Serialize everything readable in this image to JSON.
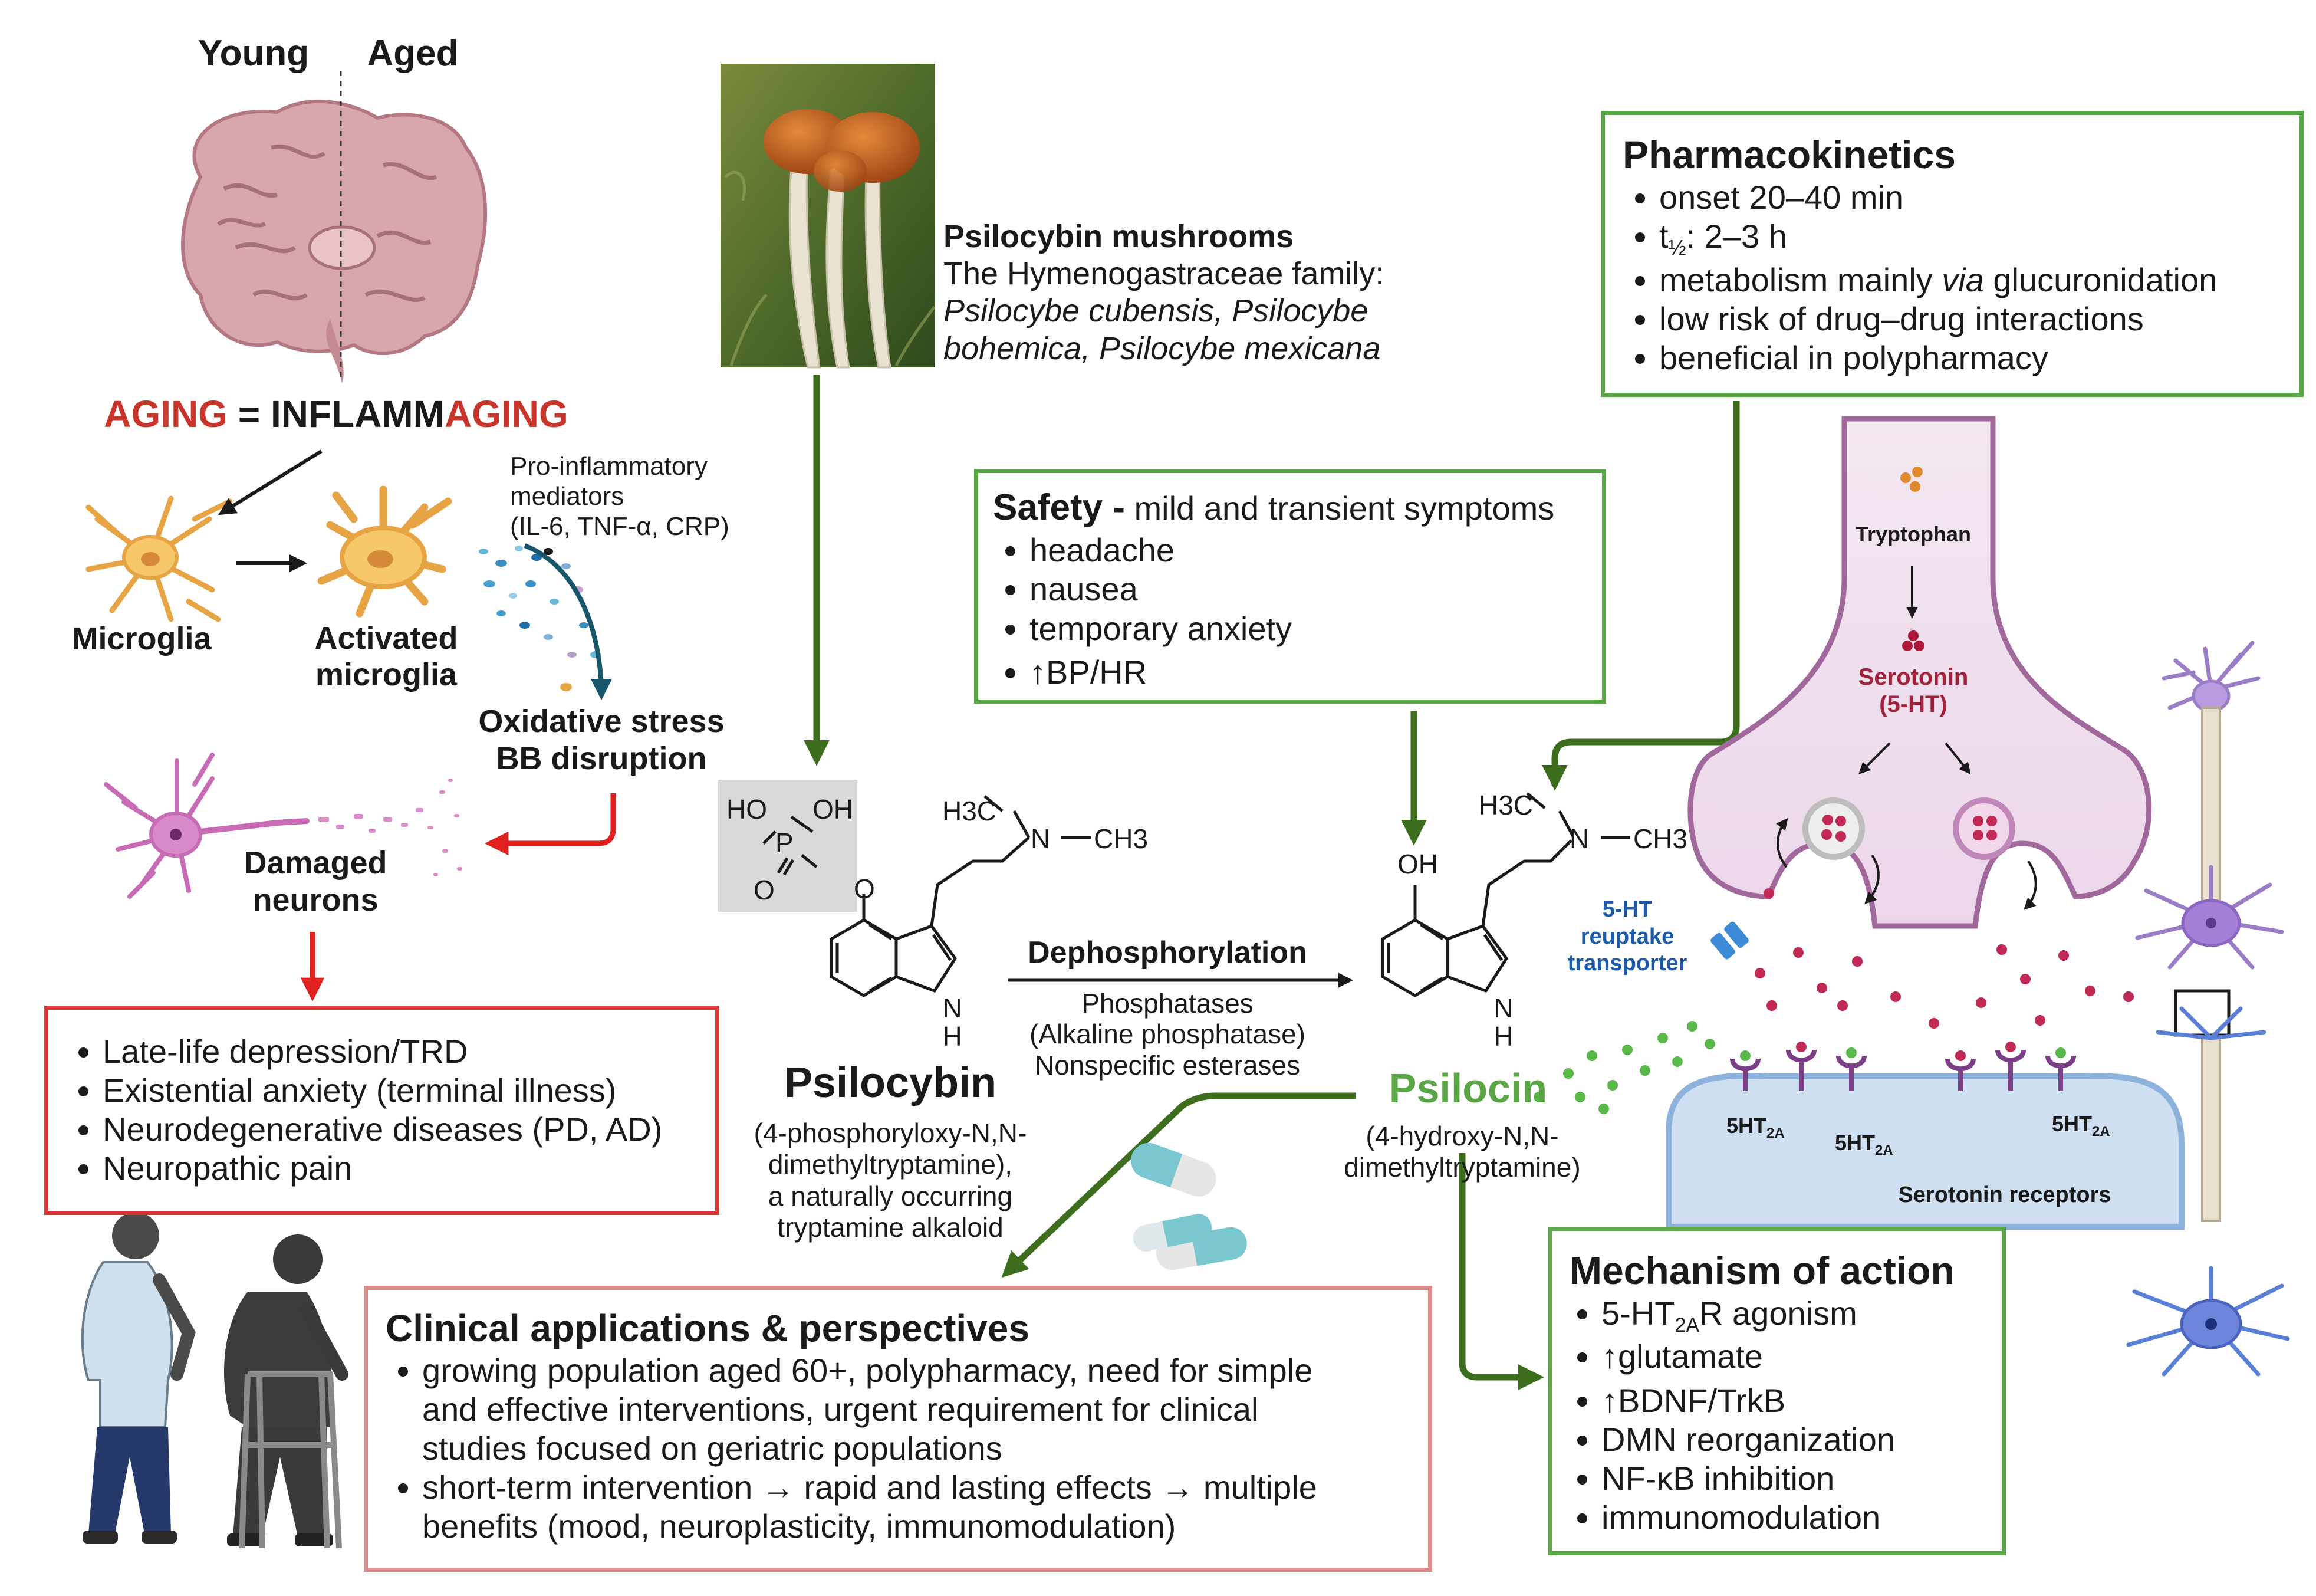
{
  "aging": {
    "young": "Young",
    "aged": "Aged",
    "equation_aging": "AGING",
    "equation_eq": " = ",
    "equation_inflamm": "INFLAMM",
    "equation_aging2": "AGING",
    "mediators": [
      "Pro-inflammatory",
      "mediators",
      "(IL-6, TNF-α, CRP)"
    ],
    "microglia": "Microglia",
    "activated": [
      "Activated",
      "microglia"
    ],
    "oxidative": [
      "Oxidative stress",
      "BB disruption"
    ],
    "damaged": [
      "Damaged",
      "neurons"
    ]
  },
  "conditions": {
    "items": [
      "Late-life depression/TRD",
      "Existential anxiety (terminal illness)",
      "Neurodegenerative diseases (PD, AD)",
      "Neuropathic pain"
    ]
  },
  "mushrooms": {
    "title": "Psilocybin mushrooms",
    "family": "The Hymenogastraceae family:",
    "species_1": "Psilocybe cubensis, Psilocybe",
    "species_2": "bohemica, Psilocybe mexicana"
  },
  "safety": {
    "title": "Safety -",
    "subtitle": " mild and transient symptoms",
    "items": [
      "headache",
      "nausea",
      "temporary anxiety",
      "↑BP/HR"
    ]
  },
  "pharmacokinetics": {
    "title": "Pharmacokinetics",
    "item_1": "onset 20–40 min",
    "item_2_prefix": "t",
    "item_2_sub": "½",
    "item_2_suffix": ": 2–3 h",
    "item_3_prefix": "metabolism mainly ",
    "item_3_italic": "via",
    "item_3_suffix": " glucuronidation",
    "item_4": "low risk of drug–drug interactions",
    "item_5": "beneficial in polypharmacy"
  },
  "chemistry": {
    "psilocybin_name": "Psilocybin",
    "psilocybin_desc": [
      "(4-phosphoryloxy-N,N-",
      "dimethyltryptamine),",
      "a naturally occurring",
      "tryptamine alkaloid"
    ],
    "reaction": "Dephosphorylation",
    "enzymes": [
      "Phosphatases",
      "(Alkaline phosphatase)",
      "Nonspecific esterases"
    ],
    "psilocin_name": "Psilocin",
    "psilocin_desc": [
      "(4-hydroxy-N,N-",
      "dimethyltryptamine)"
    ],
    "labels": {
      "ho": "HO",
      "oh": "OH",
      "p": "P",
      "o": "O",
      "h3c": "H3C",
      "n": "N",
      "ch3": "CH3",
      "nh_n": "N",
      "nh_h": "H"
    }
  },
  "synapse": {
    "tryptophan": "Tryptophan",
    "serotonin": [
      "Serotonin",
      "(5-HT)"
    ],
    "transporter": [
      "5-HT",
      "reuptake",
      "transporter"
    ],
    "receptor_label": "5HT",
    "receptor_sub": "2A",
    "receptors": "Serotonin receptors"
  },
  "clinical": {
    "title": "Clinical applications & perspectives",
    "items": [
      [
        "growing population aged 60+, polypharmacy, need for simple",
        "and effective interventions, urgent requirement for clinical",
        "studies focused on geriatric populations"
      ],
      [
        "short-term intervention → rapid and lasting effects → multiple",
        "benefits (mood, neuroplasticity, immunomodulation)"
      ]
    ]
  },
  "mechanism": {
    "title": "Mechanism of action",
    "item_1_prefix": "5-HT",
    "item_1_sub": "2A",
    "item_1_suffix": "R agonism",
    "items_rest": [
      "↑glutamate",
      "↑BDNF/TrkB",
      "DMN reorganization",
      "NF-κB inhibition",
      "immunomodulation"
    ]
  },
  "colors": {
    "green_border": "#5aa546",
    "dark_green_arrow": "#3c6e1e",
    "red_border": "#d93434",
    "pink_border": "#d98a8a",
    "aging_red": "#c8362b",
    "psilocin_green": "#5aa546",
    "serotonin_red": "#a3213a",
    "transporter_blue": "#1d5aa8"
  }
}
